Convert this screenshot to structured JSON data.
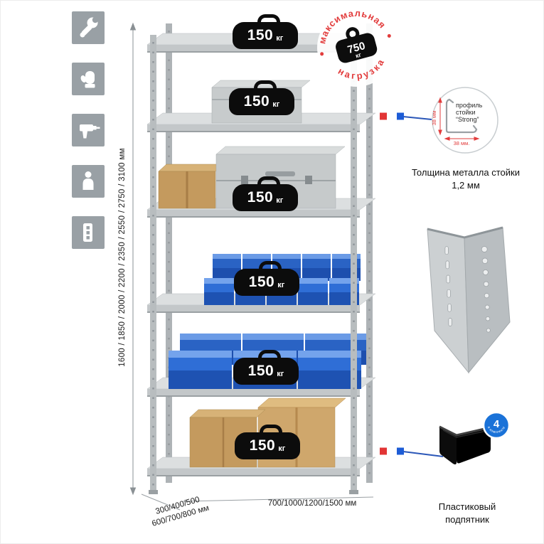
{
  "colors": {
    "accent_red": "#e23c3c",
    "accent_blue": "#1d5cd6",
    "icon_gray": "#99a0a5",
    "metal_light": "#dcdfe0",
    "metal_mid": "#bfc4c6",
    "bin_blue": "#2f6ed6",
    "box_tan": "#c49a5e"
  },
  "sidebar": {
    "icons": [
      {
        "name": "wrench"
      },
      {
        "name": "gloves"
      },
      {
        "name": "drill"
      },
      {
        "name": "person"
      },
      {
        "name": "rack-post"
      }
    ]
  },
  "rack": {
    "load_value": "150",
    "load_unit": "кг",
    "height_label": "1600 / 1850 / 2000 / 2200 / 2350 / 2550 / 2750 / 3100 мм",
    "depth_label_line1": "300/400/500",
    "depth_label_line2": "600/700/800 мм",
    "width_label": "700/1000/1200/1500 мм"
  },
  "stamp": {
    "top_text": "максимальная",
    "bottom_text": "нагрузка",
    "load_value": "750",
    "load_unit": "кг"
  },
  "profile_callout": {
    "dim_vertical": "38 мм",
    "dim_horizontal": "38 мм.",
    "line1": "профиль",
    "line2": "стойки",
    "line3": "“Strong”",
    "caption": "Толщина металла стойки 1,2 мм"
  },
  "foot_callout": {
    "badge_value": "4",
    "badge_text": "в комплекте",
    "caption": "Пластиковый подпятник"
  }
}
